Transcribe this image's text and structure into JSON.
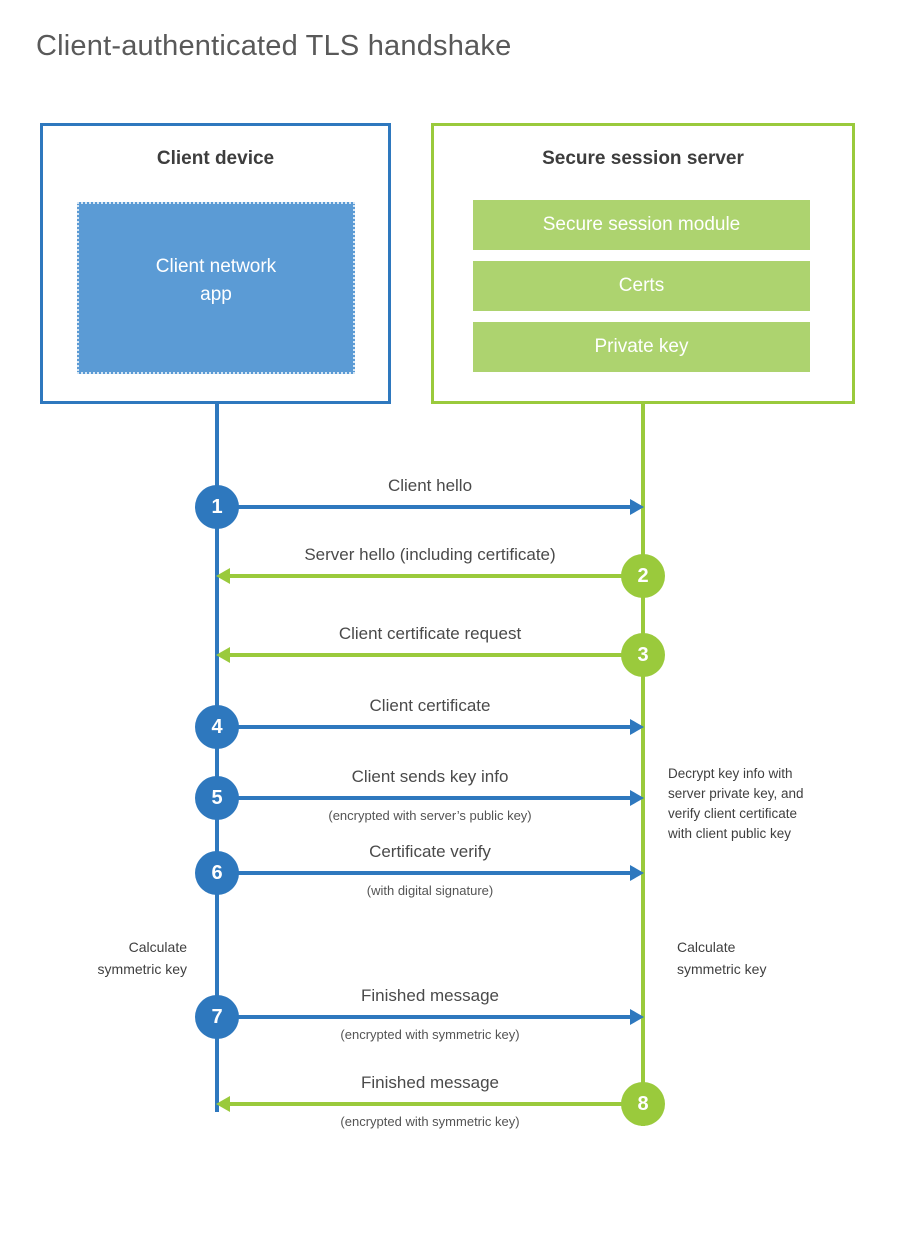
{
  "title": "Client-authenticated TLS handshake",
  "colors": {
    "blue": "#2E78BE",
    "blue_fill": "#5B9BD5",
    "green": "#9ACA3C",
    "green_fill": "#ADD36F"
  },
  "client_box": {
    "title": "Client device",
    "app_lines": [
      "Client network",
      "app"
    ]
  },
  "server_box": {
    "title": "Secure session server",
    "modules": [
      "Secure session module",
      "Certs",
      "Private key"
    ]
  },
  "messages": [
    {
      "number": "1",
      "label": "Client hello",
      "direction": "right",
      "color": "blue"
    },
    {
      "number": "2",
      "label": "Server hello (including certificate)",
      "direction": "left",
      "color": "green"
    },
    {
      "number": "3",
      "label": "Client certificate request",
      "direction": "left",
      "color": "green"
    },
    {
      "number": "4",
      "label": "Client certificate",
      "direction": "right",
      "color": "blue"
    },
    {
      "number": "5",
      "label": "Client sends key info",
      "sublabel": "(encrypted with server’s public key)",
      "direction": "right",
      "color": "blue"
    },
    {
      "number": "6",
      "label": "Certificate verify",
      "sublabel": "(with digital signature)",
      "direction": "right",
      "color": "blue"
    },
    {
      "number": "7",
      "label": "Finished message",
      "sublabel": "(encrypted with symmetric key)",
      "direction": "right",
      "color": "blue"
    },
    {
      "number": "8",
      "label": "Finished message",
      "sublabel": "(encrypted with symmetric key)",
      "direction": "left",
      "color": "green"
    }
  ],
  "notes": {
    "decrypt_lines": [
      "Decrypt key info with",
      "server private key, and",
      "verify client certificate",
      "with client public key"
    ],
    "calc_left_lines": [
      "Calculate",
      "symmetric key"
    ],
    "calc_right_lines": [
      "Calculate",
      "symmetric key"
    ]
  }
}
